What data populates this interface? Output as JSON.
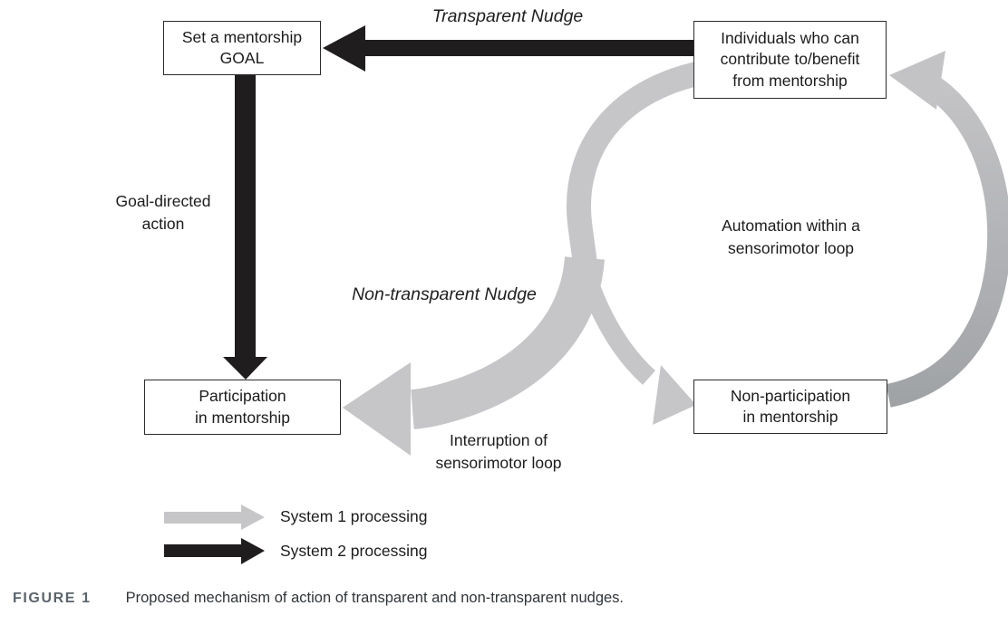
{
  "figure": {
    "boxes": {
      "goal": {
        "line1": "Set a mentorship",
        "line2": "GOAL"
      },
      "individuals": {
        "line1": "Individuals who can",
        "line2": "contribute to/benefit",
        "line3": "from mentorship"
      },
      "participation": {
        "line1": "Participation",
        "line2": "in mentorship"
      },
      "non_participation": {
        "line1": "Non-participation",
        "line2": "in mentorship"
      }
    },
    "labels": {
      "transparent_nudge": "Transparent Nudge",
      "goal_directed_action": {
        "line1": "Goal-directed",
        "line2": "action"
      },
      "non_transparent_nudge": "Non-transparent Nudge",
      "interruption": {
        "line1": "Interruption of",
        "line2": "sensorimotor loop"
      },
      "automation": {
        "line1": "Automation within a",
        "line2": "sensorimotor loop"
      }
    },
    "legend": {
      "system1_label": "System 1 processing",
      "system2_label": "System 2 processing"
    },
    "caption": {
      "tag": "FIGURE 1",
      "text": "Proposed mechanism of action of transparent and non-transparent nudges."
    },
    "colors": {
      "system1_arrow": "#c6c6c8",
      "system1_arrow_dark": "#9da0a3",
      "system2_arrow": "#201d1e",
      "box_border": "#2b2b2b",
      "caption_tag": "#5b646c",
      "caption_text": "#30353a"
    }
  }
}
